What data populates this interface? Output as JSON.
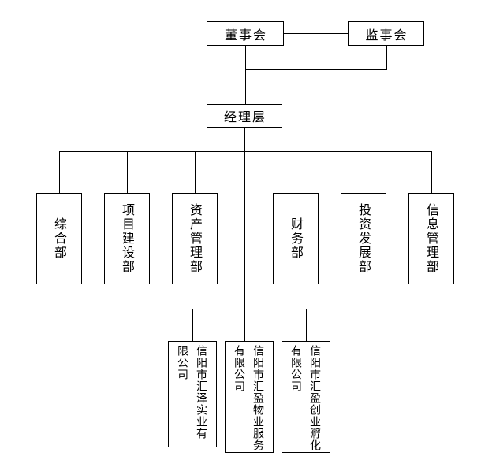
{
  "nodes": {
    "board": {
      "label": "董事会"
    },
    "supervisory": {
      "label": "监事会"
    },
    "management": {
      "label": "经理层"
    },
    "departments": [
      {
        "label": "综合部"
      },
      {
        "label": "项目建设部"
      },
      {
        "label": "资产管理部"
      },
      {
        "label": "财务部"
      },
      {
        "label": "投资发展部"
      },
      {
        "label": "信息管理部"
      }
    ],
    "subsidiaries": [
      {
        "label": "信阳市汇泽实业有限公司"
      },
      {
        "label": "信阳市汇盈物业服务有限公司"
      },
      {
        "label": "信阳市汇盈创业孵化有限公司"
      }
    ]
  },
  "colors": {
    "line": "#000000",
    "text": "#000000",
    "background": "#ffffff",
    "box_fill": "#ffffff"
  }
}
